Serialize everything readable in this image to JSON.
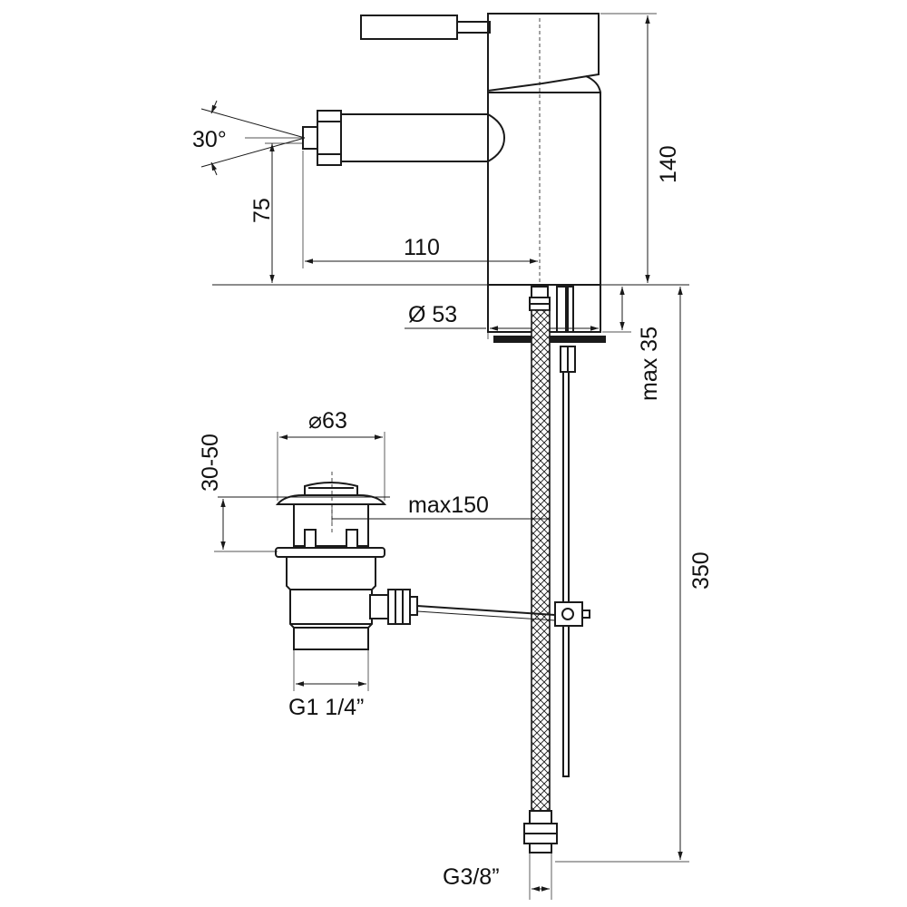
{
  "labels": {
    "angle": "30°",
    "spout_height": "75",
    "spout_reach": "110",
    "total_height": "140",
    "body_diameter": "Ø 53",
    "max_thickness": "max 35",
    "waste_diameter": "⌀63",
    "waste_range": "30-50",
    "rod_length": "max150",
    "hose_length": "350",
    "waste_thread": "G1 1/4”",
    "hose_thread": "G3/8”"
  }
}
